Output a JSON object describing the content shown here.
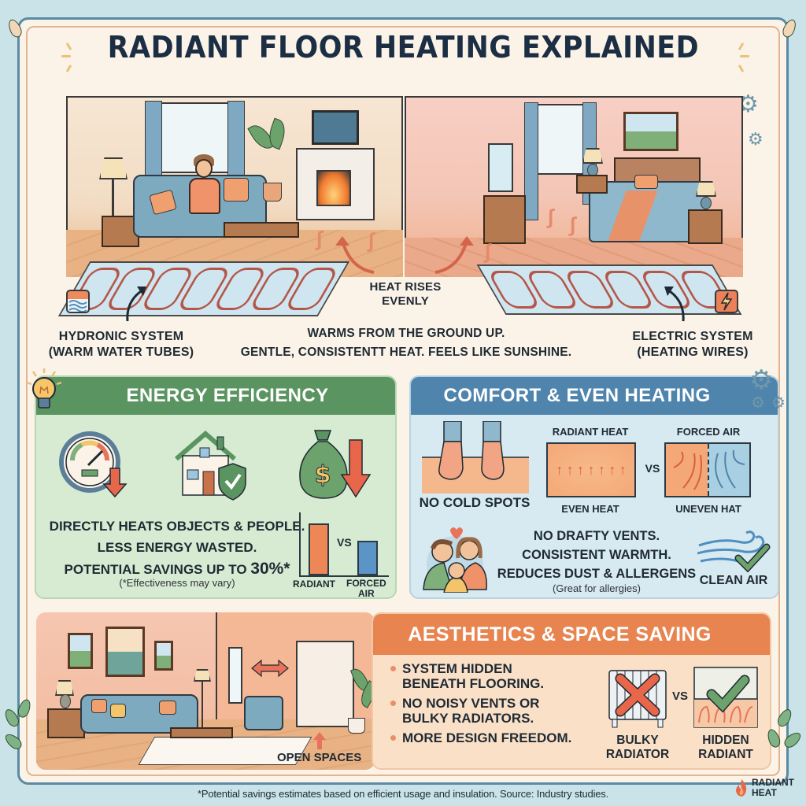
{
  "title": "RADIANT FLOOR HEATING EXPLAINED",
  "colors": {
    "background": "#c9e3e8",
    "frame_border": "#5b8aa3",
    "energy_accent": "#5a9460",
    "comfort_accent": "#4f84ad",
    "aesthetics_accent": "#e7844f",
    "title_text": "#1c2e44",
    "radiant_bar": "#ee8656",
    "forced_air_bar": "#5b94c7"
  },
  "hero": {
    "left_room": "living-room",
    "right_room": "bedroom",
    "center_label_line1": "HEAT RISES",
    "center_label_line2": "EVENLY",
    "tagline_line1": "WARMS FROM THE GROUND UP.",
    "tagline_line2": "GENTLE, CONSISTENTT HEAT. FEELS LIKE SUNSHINE.",
    "hydronic": {
      "icon": "water-waves-icon",
      "line1": "HYDRONIC SYSTEM",
      "line2": "(WARM WATER TUBES)"
    },
    "electric": {
      "icon": "lightning-bolt-icon",
      "line1": "ELECTRIC SYSTEM",
      "line2": "(HEATING WIRES)"
    }
  },
  "energy_efficiency": {
    "header": "ENERGY EFFICIENCY",
    "header_icon": "lightbulb-icon",
    "icons": [
      "gauge-down-icon",
      "house-shield-icon",
      "money-bag-down-icon"
    ],
    "line1": "DIRECTLY HEATS OBJECTS & PEOPLE.",
    "line2": "LESS ENERGY WASTED.",
    "line3_prefix": "POTENTIAL SAVINGS UP TO ",
    "line3_value": "30%*",
    "note": "(*Effectiveness may vary)",
    "chart_vs": "VS",
    "chart_label_radiant": "RADIANT",
    "chart_label_forced_line1": "FORCED",
    "chart_label_forced_line2": "AIR"
  },
  "comfort": {
    "header": "COMFORT & EVEN HEATING",
    "feet_label": "NO COLD SPOTS",
    "radiant_title": "RADIANT HEAT",
    "radiant_caption": "EVEN HEAT",
    "vs": "VS",
    "forced_title": "FORCED AIR",
    "forced_caption": "UNEVEN HAT",
    "line1": "NO DRAFTY VENTS.",
    "line2": "CONSISTENT WARMTH.",
    "line3": "REDUCES DUST & ALLERGENS",
    "note": "(Great for allergies)",
    "clean_air_label": "CLEAN AIR"
  },
  "aesthetics": {
    "header": "AESTHETICS & SPACE SAVING",
    "bullets": [
      {
        "line1": "SYSTEM HIDDEN",
        "line2": "BENEATH FLOORING."
      },
      {
        "line1": "NO NOISY VENTS OR",
        "line2": "BULKY RADIATORS."
      },
      {
        "line1": "MORE DESIGN FREEDOM.",
        "line2": ""
      }
    ],
    "vs": "VS",
    "bulky_line1": "BULKY",
    "bulky_line2": "RADIATOR",
    "hidden_line1": "HIDDEN",
    "hidden_line2": "RADIANT",
    "open_spaces_label": "OPEN SPACES"
  },
  "footer": {
    "note": "*Potential savings estimates based on efficient usage and insulation. Source: Industry studies.",
    "brand_line1": "RADIANT",
    "brand_line2": "HEAT",
    "brand_icon": "flame-icon"
  },
  "chart_data": {
    "type": "bar",
    "title": "Radiant vs Forced Air (illustrative, no axis values)",
    "categories": [
      "RADIANT",
      "FORCED AIR"
    ],
    "values": [
      100,
      66
    ],
    "xlabel": "",
    "ylabel": "",
    "grid": false,
    "legend": "none",
    "annotations": [
      "VS"
    ]
  }
}
